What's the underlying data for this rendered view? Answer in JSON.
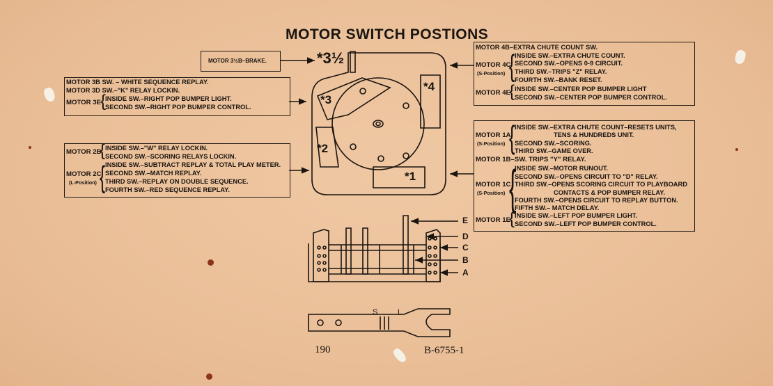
{
  "title": "MOTOR SWITCH POSTIONS",
  "brake_box": {
    "label": "MOTOR 3½B–BRAKE."
  },
  "positions": {
    "p3half": "*3½",
    "p3": "*3",
    "p4": "*4",
    "p2": "*2",
    "p1": "*1"
  },
  "left_upper": {
    "m3b": "MOTOR 3B SW. – WHITE SEQUENCE REPLAY.",
    "m3d": "MOTOR 3D SW.–\"K\" RELAY LOCKIN.",
    "m3e_label": "MOTOR 3E",
    "m3e_1": "INSIDE SW.–RIGHT POP BUMPER LIGHT.",
    "m3e_2": "SECOND SW.–RIGHT POP BUMPER CONTROL."
  },
  "left_lower": {
    "m2b_label": "MOTOR 2B",
    "m2b_1": "INSIDE SW.–\"W\" RELAY LOCKIN.",
    "m2b_2": "SECOND SW.–SCORING RELAYS LOCKIN.",
    "m2c_label": "MOTOR 2C",
    "m2c_sub": "(L-Position)",
    "m2c_1": "INSIDE SW.–SUBTRACT REPLAY & TOTAL PLAY METER.",
    "m2c_2": "SECOND SW.–MATCH REPLAY.",
    "m2c_3": "THIRD SW.–REPLAY ON DOUBLE SEQUENCE.",
    "m2c_4": "FOURTH SW.–RED SEQUENCE REPLAY."
  },
  "right_upper": {
    "m4b": "MOTOR 4B–EXTRA CHUTE COUNT SW.",
    "m4c_label": "MOTOR 4C",
    "m4c_sub": "(S-Position)",
    "m4c_1": "INSIDE SW.–EXTRA CHUTE COUNT.",
    "m4c_2": "SECOND SW.–OPENS 0-9 CIRCUIT.",
    "m4c_3": "THIRD SW.–TRIPS \"Z\" RELAY.",
    "m4c_4": "FOURTH SW.–BANK RESET.",
    "m4e_label": "MOTOR 4E",
    "m4e_1": "INSIDE SW.–CENTER POP BUMPER LIGHT",
    "m4e_2": "SECOND SW.–CENTER POP BUMPER CONTROL."
  },
  "right_lower": {
    "m1a_label": "MOTOR 1A",
    "m1a_sub": "(S-Position)",
    "m1a_1": "INSIDE SW.–EXTRA CHUTE COUNT–RESETS UNITS,",
    "m1a_1b": "TENS & HUNDREDS UNIT.",
    "m1a_2": "SECOND SW.–SCORING.",
    "m1a_3": "THIRD SW.–GAME OVER.",
    "m1b": "MOTOR 1B–SW. TRIPS \"Y\" RELAY.",
    "m1c_label": "MOTOR 1C",
    "m1c_sub": "(S-Position)",
    "m1c_1": "INSIDE SW.–MOTOR RUNOUT.",
    "m1c_2": "SECOND SW.–OPENS CIRCUIT TO \"D\" RELAY.",
    "m1c_3": "THIRD SW.–OPENS SCORING CIRCUIT TO PLAYBOARD",
    "m1c_3b": "CONTACTS & POP BUMPER RELAY.",
    "m1c_4": "FOURTH SW.–OPENS CIRCUIT TO REPLAY BUTTON.",
    "m1c_5": "FIFTH SW.– MATCH DELAY.",
    "m1e_label": "MOTOR 1E",
    "m1e_1": "INSIDE SW.–LEFT POP BUMPER LIGHT.",
    "m1e_2": "SECOND SW.–LEFT POP BUMPER CONTROL."
  },
  "stack_labels": {
    "e": "E",
    "d": "D",
    "c": "C",
    "b": "B",
    "a": "A"
  },
  "blade_letters": {
    "s": "S",
    "l": "L"
  },
  "footer": {
    "page": "190",
    "part": "B-6755-1"
  },
  "colors": {
    "paper": "#ecc19a",
    "ink": "#1a1410"
  }
}
